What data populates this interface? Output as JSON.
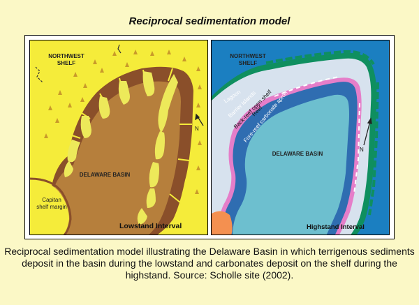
{
  "title": "Reciprocal sedimentation model",
  "left_panel": {
    "northwest_shelf": "NORTHWEST\nSHELF",
    "delaware_basin": "DELAWARE BASIN",
    "capitan": "Capitan\nshelf margin",
    "interval": "Lowstand Interval",
    "north": "N"
  },
  "right_panel": {
    "northwest_shelf": "NORTHWEST\nSHELF",
    "delaware_basin": "DELAWARE BASIN",
    "interval": "Highstand Interval",
    "north": "N",
    "facies": [
      "Lagoon",
      "Barrier islands",
      "Back-reef open shelf",
      "Reef",
      "Fore-reef carbonate apron"
    ]
  },
  "colors": {
    "background": "#fbf8c6",
    "shelf_yellow": "#f5ec3a",
    "basin_brown": "#b67f3c",
    "margin_brown": "#8a4f2a",
    "fan_yellow": "#ede95a",
    "sea_blue": "#1b7fc1",
    "basin_blue": "#6dbfcf",
    "apron_blue": "#2f6db1",
    "lagoon_grey": "#d7e2ee",
    "reef_pink": "#e57ec9",
    "barrier_green": "#0f8f5f",
    "sand_orange": "#f49050"
  },
  "caption": "Reciprocal sedimentation model illustrating the Delaware Basin in which terrigenous sediments deposit in the basin during the lowstand and carbonates deposit on the shelf during the highstand. Source: Scholle site (2002)."
}
